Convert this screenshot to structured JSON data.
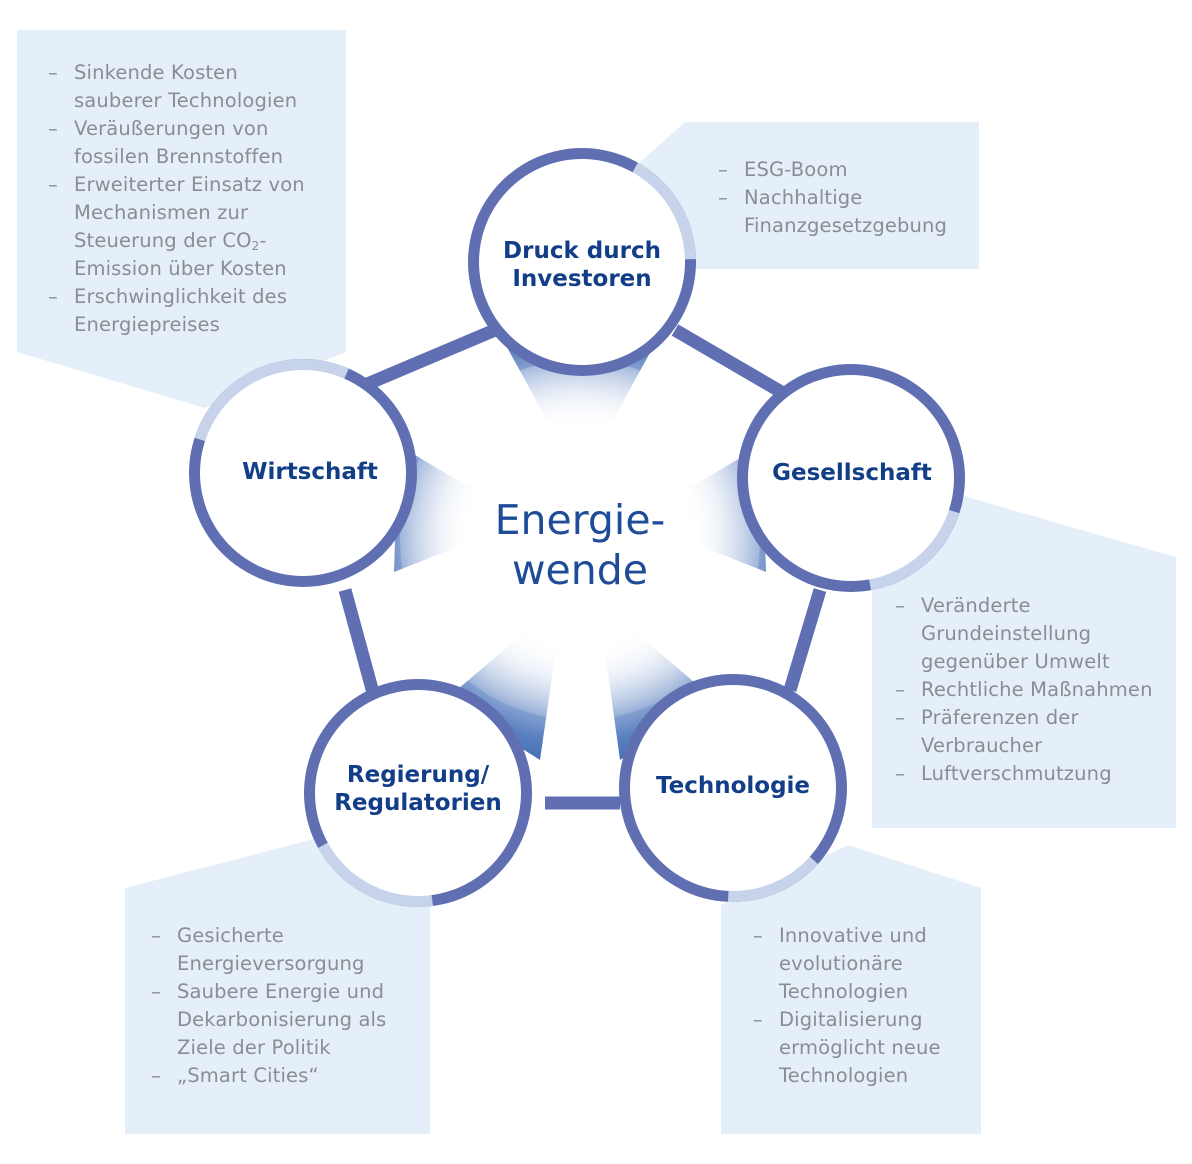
{
  "colors": {
    "ring": "#5f6fb2",
    "ring_light": "#c7d3ea",
    "box_fill": "#e5eff9",
    "label_text": "#123d87",
    "list_text": "#8a8d92",
    "center_text": "#1f4c99"
  },
  "center": {
    "line1": "Energie-",
    "line2": "wende"
  },
  "nodes": [
    {
      "id": "investors",
      "icon": "ring-node",
      "line1": "Druck durch",
      "line2": "Investoren"
    },
    {
      "id": "society",
      "icon": "ring-node",
      "line1": "Gesellschaft",
      "line2": ""
    },
    {
      "id": "technology",
      "icon": "ring-node",
      "line1": "Technologie",
      "line2": ""
    },
    {
      "id": "government",
      "icon": "ring-node",
      "line1": "Regierung/",
      "line2": "Regulatorien"
    },
    {
      "id": "economy",
      "icon": "ring-node",
      "line1": "Wirtschaft",
      "line2": ""
    }
  ],
  "boxes": {
    "economy": {
      "items": [
        [
          "Sinkende Kosten",
          "sauberer Technologien"
        ],
        [
          "Veräußerungen von",
          "fossilen Brennstoffen"
        ],
        [
          "Erweiterter Einsatz von",
          "Mechanismen zur"
        ],
        [
          "Emission über Kosten"
        ],
        [
          "Erschwinglichkeit des",
          "Energiepreises"
        ]
      ],
      "co2_line": {
        "prefix": "Steuerung der CO",
        "sub": "2",
        "suffix": "-"
      }
    },
    "investors": {
      "items": [
        [
          "ESG-Boom"
        ],
        [
          "Nachhaltige",
          "Finanzgesetzgebung"
        ]
      ]
    },
    "society": {
      "items": [
        [
          "Veränderte",
          "Grundeinstellung",
          "gegenüber Umwelt"
        ],
        [
          "Rechtliche Maßnahmen"
        ],
        [
          "Präferenzen der",
          "Verbraucher"
        ],
        [
          "Luftverschmutzung"
        ]
      ]
    },
    "government": {
      "items": [
        [
          "Gesicherte",
          "Energieversorgung"
        ],
        [
          "Saubere Energie und",
          "Dekarbonisierung als",
          "Ziele der Politik"
        ],
        [
          "„Smart Cities“"
        ]
      ]
    },
    "technology": {
      "items": [
        [
          "Innovative und",
          "evolutionäre",
          "Technologien"
        ],
        [
          "Digitalisierung",
          "ermöglicht neue",
          "Technologien"
        ]
      ]
    }
  }
}
